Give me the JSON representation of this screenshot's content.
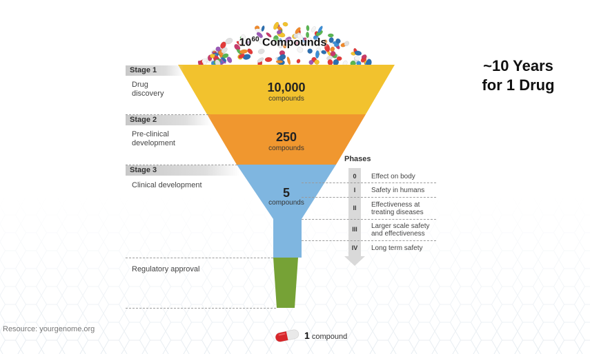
{
  "top_label": {
    "base": "10",
    "exponent": "60",
    "text": " Compounds"
  },
  "years": {
    "line1": "~10 Years",
    "line2": "for 1 Drug"
  },
  "stages": [
    {
      "tab": "Stage 1",
      "desc_lines": [
        "Drug",
        "discovery"
      ],
      "value": "10,000",
      "unit": "compounds",
      "color": "#f2c22e"
    },
    {
      "tab": "Stage 2",
      "desc_lines": [
        "Pre-clinical",
        "development"
      ],
      "value": "250",
      "unit": "compounds",
      "color": "#f0972f"
    },
    {
      "tab": "Stage 3",
      "desc_lines": [
        "Clinical development"
      ],
      "value": "5",
      "unit": "compounds",
      "color": "#7fb6e0"
    }
  ],
  "regulatory": {
    "desc": "Regulatory approval",
    "color": "#76a236"
  },
  "phases": {
    "title": "Phases",
    "items": [
      {
        "num": "0",
        "lines": [
          "Effect on body"
        ]
      },
      {
        "num": "I",
        "lines": [
          "Safety in humans"
        ]
      },
      {
        "num": "II",
        "lines": [
          "Effectiveness at",
          "treating diseases"
        ]
      },
      {
        "num": "III",
        "lines": [
          "Larger scale safety",
          "and effectiveness"
        ]
      },
      {
        "num": "IV",
        "lines": [
          "Long term safety"
        ]
      }
    ]
  },
  "final": {
    "value": "1",
    "unit": " compound"
  },
  "source": "Resource: yourgenome.org",
  "colors": {
    "pill_red": "#d7262a",
    "arrow_grey": "#d9d9d9"
  }
}
